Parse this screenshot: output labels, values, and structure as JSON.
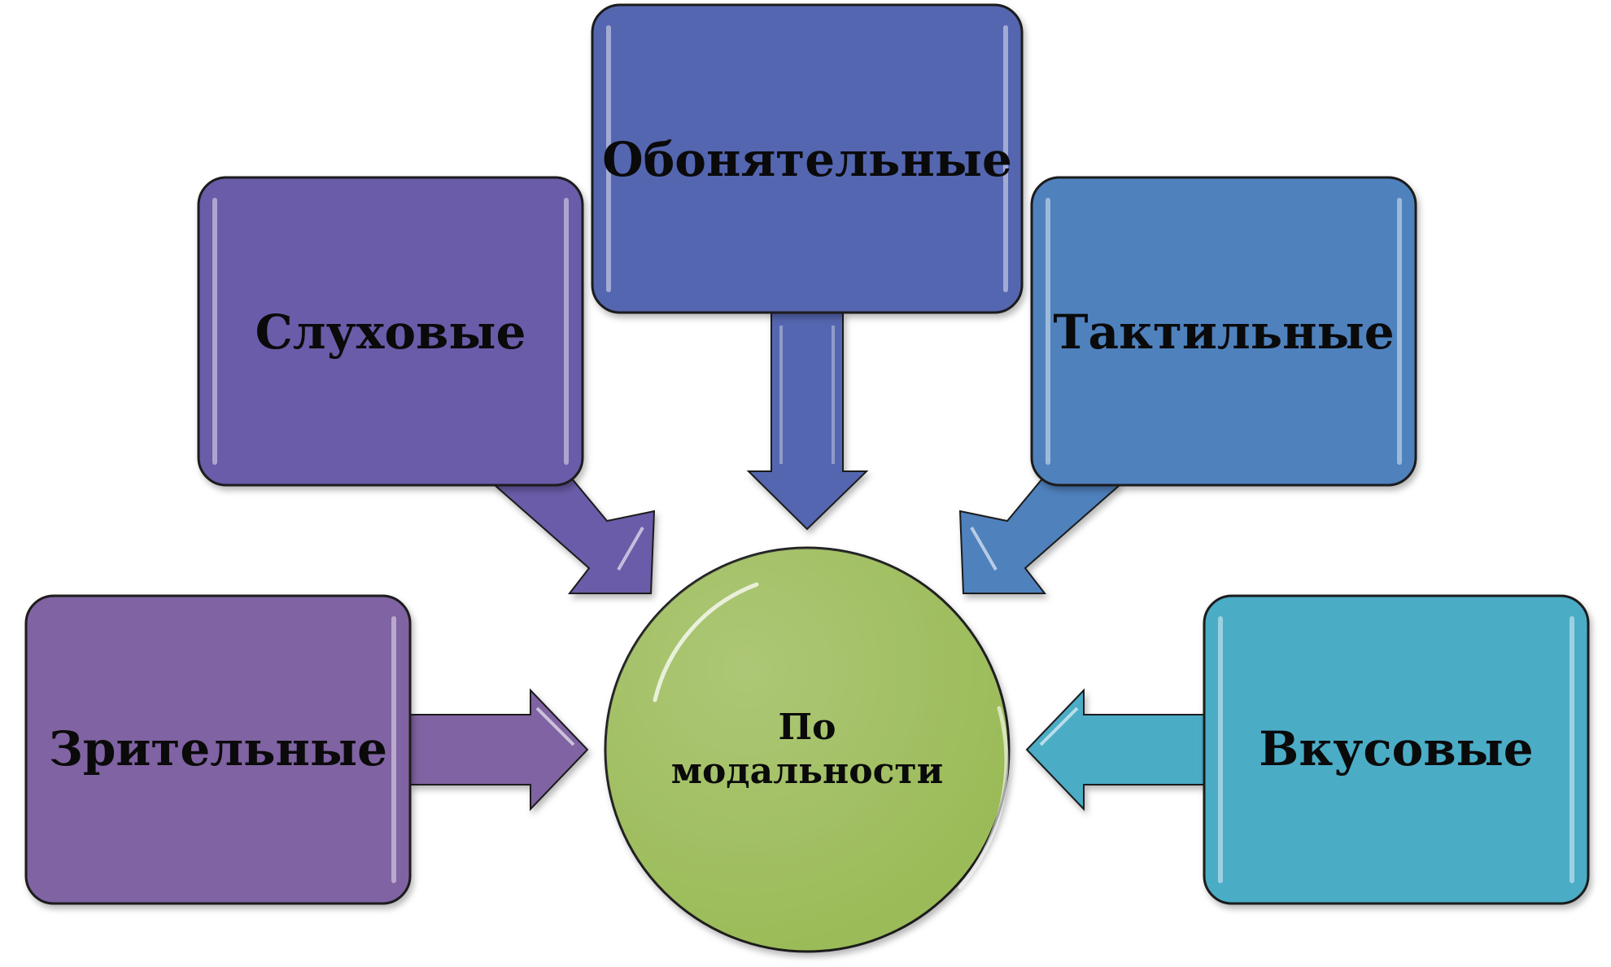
{
  "center": {
    "line1": "По",
    "line2": "модальности",
    "color": "#9bbb59"
  },
  "nodes": [
    {
      "id": "visual",
      "label": "Зрительные",
      "color": "#8064a2"
    },
    {
      "id": "auditory",
      "label": "Слуховые",
      "color": "#6a5ca8"
    },
    {
      "id": "olfactory",
      "label": "Обонятельные",
      "color": "#5566b0"
    },
    {
      "id": "tactile",
      "label": "Тактильные",
      "color": "#4f81bd"
    },
    {
      "id": "gustatory",
      "label": "Вкусовые",
      "color": "#4bacc6"
    }
  ]
}
